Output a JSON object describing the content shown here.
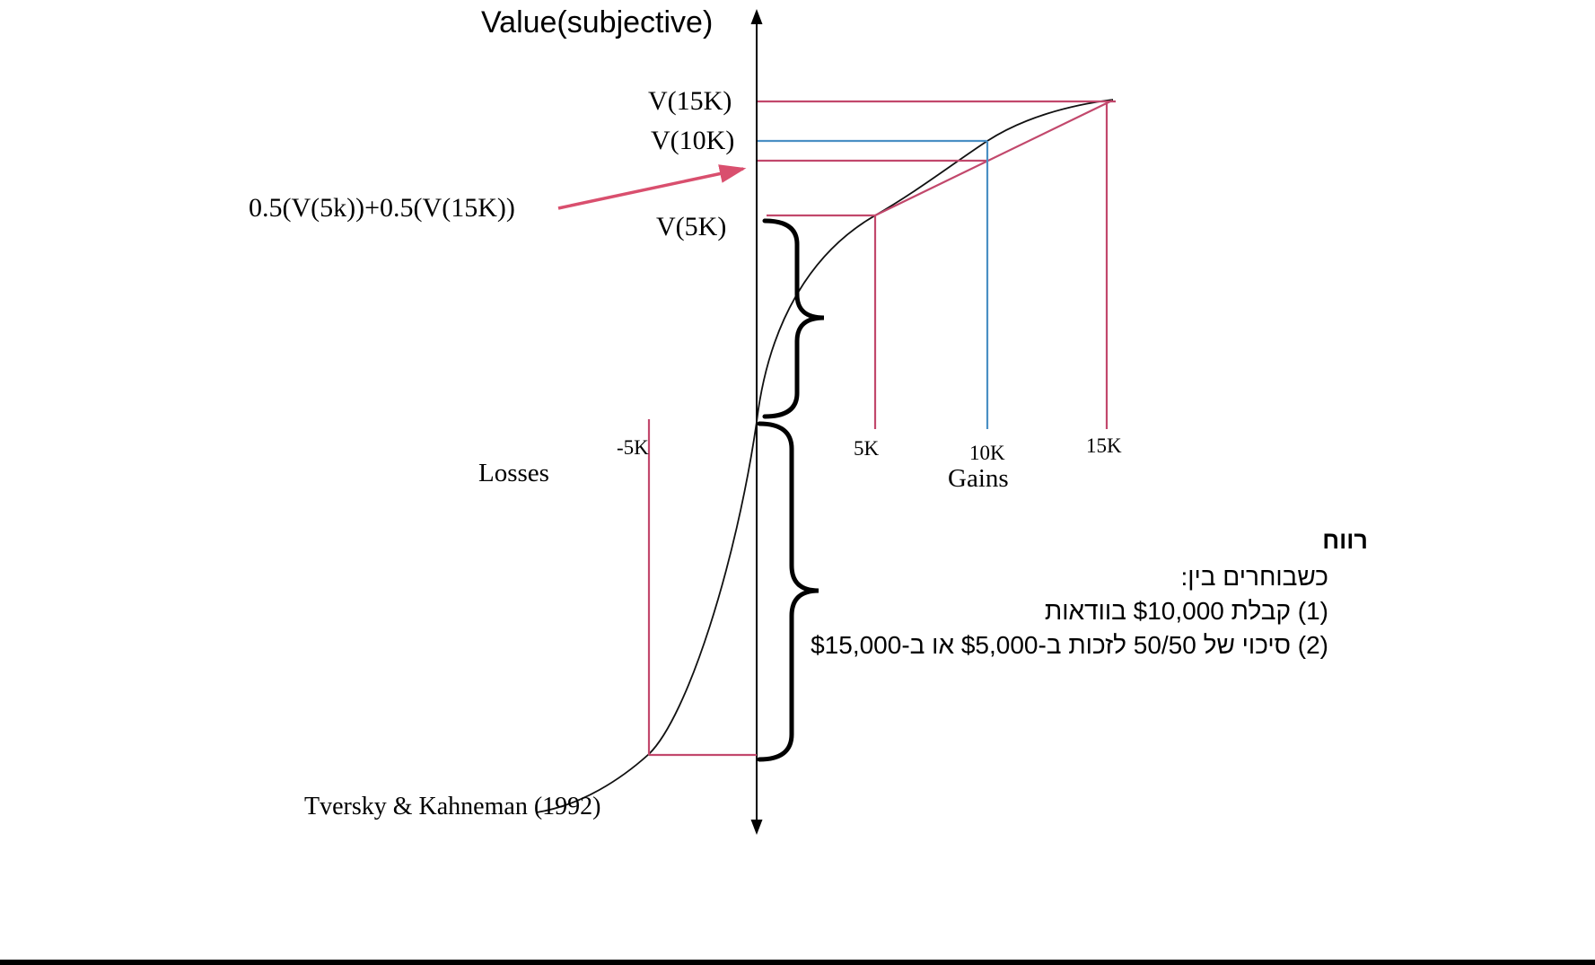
{
  "colors": {
    "pink_line": "#c2486c",
    "arrow_pink": "#d94f6e",
    "blue_line": "#4a8fc4",
    "axis_black": "#000000"
  },
  "chart_data": {
    "type": "line",
    "title": "Value(subjective)",
    "x_axis": {
      "negative_label": "Losses",
      "positive_label": "Gains",
      "ticks": [
        "-5K",
        "5K",
        "10K",
        "15K"
      ]
    },
    "y_axis": {
      "label": "Value(subjective)",
      "marked_levels": [
        "V(5K)",
        "V(10K)",
        "V(15K)",
        "0.5(V(5k))+0.5(V(15K))"
      ]
    },
    "series": [
      {
        "name": "subjective value function (concave for gains, steeper convex for losses)",
        "x": [
          -5000,
          0,
          5000,
          10000,
          15000
        ],
        "value_relative_to_V15K": [
          -1.04,
          0,
          0.64,
          0.88,
          1.0
        ]
      },
      {
        "name": "50/50 gamble chord between V(5K) and V(15K)",
        "x": [
          5000,
          15000
        ],
        "value_relative_to_V15K": [
          0.64,
          1.0
        ],
        "midpoint_x": 10000,
        "midpoint_value_relative": 0.82,
        "midpoint_label": "0.5(V(5k))+0.5(V(15K))"
      }
    ],
    "annotations": {
      "expected_value_label": "0.5(V(5k))+0.5(V(15K))",
      "source": "Tversky & Kahneman (1992)",
      "braces": [
        "value span of +5K gain (V(5K) to 0)",
        "value span of -5K loss (0 to V(-5K))"
      ]
    },
    "grid": false,
    "legend": false
  },
  "labels": {
    "title": "Value(subjective)",
    "v15k": "V(15K)",
    "v10k": "V(10K)",
    "v5k": "V(5K)",
    "expected": "0.5(V(5k))+0.5(V(15K))",
    "losses": "Losses",
    "gains": "Gains",
    "tick_neg5k": "-5K",
    "tick_5k": "5K",
    "tick_10k": "10K",
    "tick_15k": "15K",
    "citation": "Tversky & Kahneman (1992)"
  },
  "hebrew": {
    "heading": "רווח",
    "line1": "כשבוחרים בין:",
    "option1": "(1) קבלת $10,000 בוודאות",
    "option2": "(2) סיכוי של 50/50 לזכות ב-$5,000 או ב-$15,000"
  }
}
